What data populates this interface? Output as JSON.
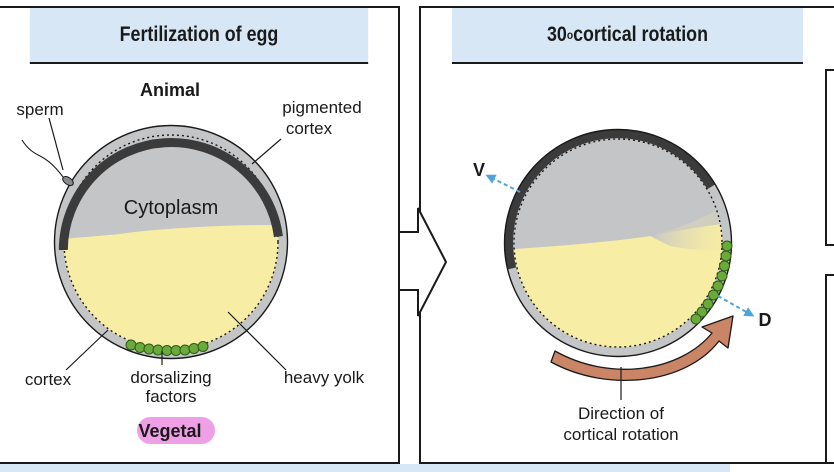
{
  "panels": {
    "left": {
      "title": "Fertilization of egg",
      "labels": {
        "animal": "Animal",
        "sperm": "sperm",
        "pigmented_cortex_line1": "pigmented",
        "pigmented_cortex_line2": "cortex",
        "cytoplasm": "Cytoplasm",
        "cortex": "cortex",
        "dorsalizing_line1": "dorsalizing",
        "dorsalizing_line2": "factors",
        "heavy_yolk": "heavy yolk",
        "vegetal": "Vegetal"
      }
    },
    "right": {
      "title_main": "30",
      "title_sup": "o",
      "title_rest": " cortical rotation",
      "labels": {
        "ventral": "V",
        "dorsal": "D",
        "rotation_line1": "Direction of",
        "rotation_line2": "cortical rotation"
      }
    }
  },
  "colors": {
    "header_bg": "#d7e7f5",
    "cytoplasm": "#c4c5c7",
    "yolk": "#f8eda4",
    "dorsalizing_factors": "#6aaa3a",
    "pigmented_cortex": "#3b3b3c",
    "vegetal_badge": "#ee9fe6",
    "rotation_arrow": "#c98565",
    "axis_arrow": "#4da3dc"
  }
}
